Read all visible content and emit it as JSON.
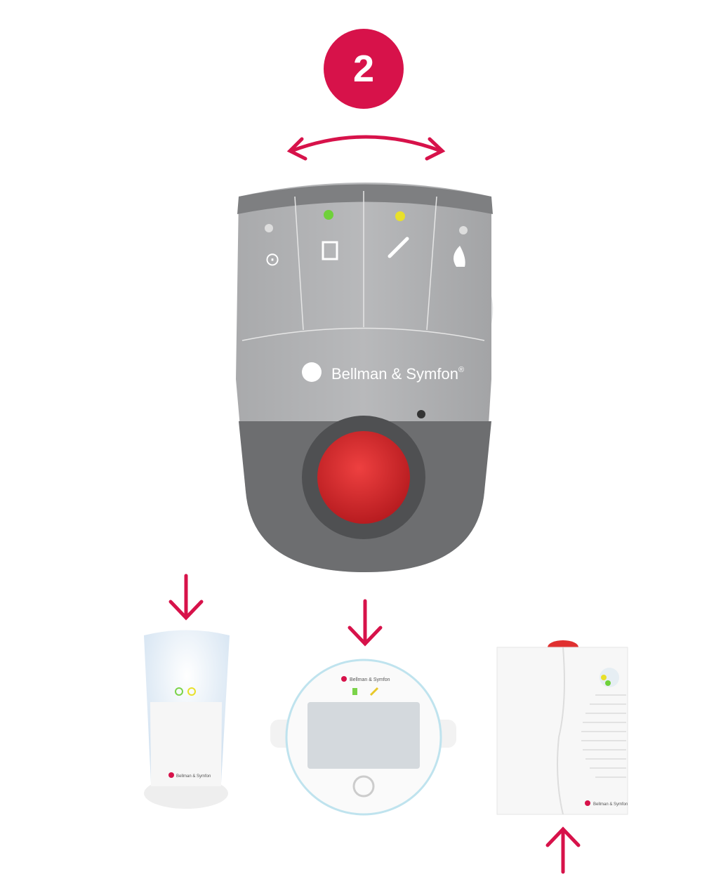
{
  "step": {
    "number": "2"
  },
  "colors": {
    "accent": "#d7124a",
    "button_red": "#d9262b",
    "led_green": "#6fd13a",
    "led_yellow": "#e8e02a"
  },
  "main_device": {
    "brand": "Bellman & Symfon",
    "registered": "®",
    "icons": [
      "pacifier-icon",
      "door-icon",
      "phone-icon",
      "fire-icon"
    ]
  },
  "receivers": [
    {
      "name": "flash-lamp-receiver",
      "brand": "Bellman & Symfon"
    },
    {
      "name": "display-receiver",
      "brand": "Bellman & Symfon"
    },
    {
      "name": "flash-box-receiver",
      "brand": "Bellman & Symfon"
    }
  ]
}
